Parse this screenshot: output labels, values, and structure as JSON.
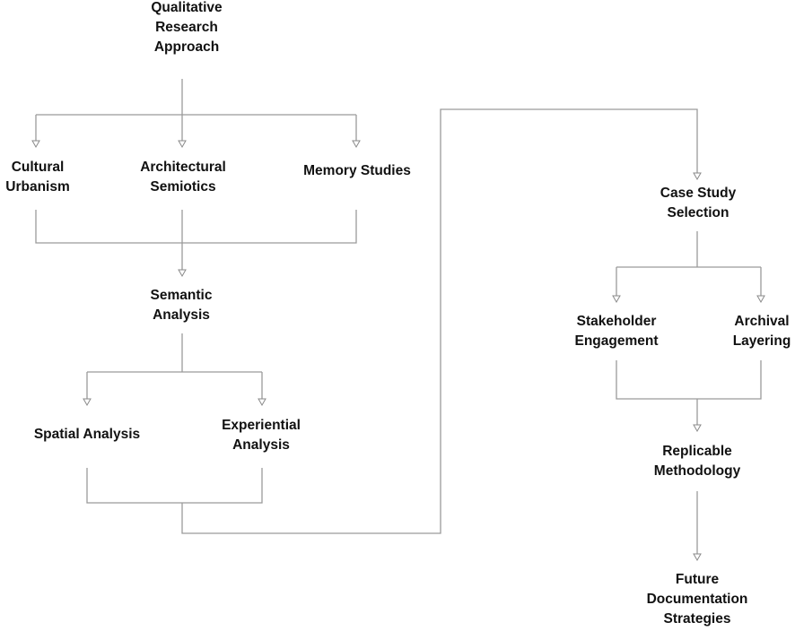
{
  "diagram": {
    "nodes": {
      "qualitative_research_approach": "Qualitative\nResearch\nApproach",
      "cultural_urbanism": "Cultural\nUrbanism",
      "architectural_semiotics": "Architectural\nSemiotics",
      "memory_studies": "Memory Studies",
      "semantic_analysis": "Semantic\nAnalysis",
      "spatial_analysis": "Spatial Analysis",
      "experiential_analysis": "Experiential\nAnalysis",
      "case_study_selection": "Case Study\nSelection",
      "stakeholder_engagement": "Stakeholder\nEngagement",
      "archival_layering": "Archival\nLayering",
      "replicable_methodology": "Replicable\nMethodology",
      "future_documentation_strategies": "Future\nDocumentation\nStrategies"
    },
    "colors": {
      "text": "#111111",
      "connector": "#9a9a9a",
      "background": "#ffffff"
    }
  }
}
